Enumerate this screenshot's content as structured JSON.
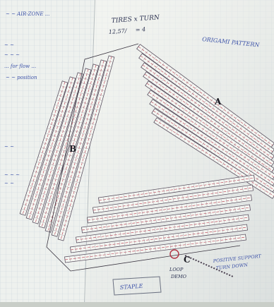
{
  "notebook": {
    "left_page": {
      "lines": [
        "~ ~ AIR-ZONE ...",
        "~ ~",
        "~ ~ ~",
        "... for flow ...",
        "~ ~ position",
        "~ ~",
        "~ ~ ~",
        "~ ~"
      ]
    },
    "right_page": {
      "heading": "TIRES x TURN",
      "subheading": "12,57/",
      "subheading_suffix": "= 4",
      "pattern_title": "ORIGAMI PATTERN",
      "section_a": "A",
      "section_b": "B",
      "section_c": "C",
      "loop_note_line1": "LOOP",
      "loop_note_line2": "DEMO",
      "bottom_right_line1": "POSITIVE SUPPORT",
      "bottom_right_line2": "TURN DOWN",
      "staple_label": "STAPLE"
    }
  },
  "colors": {
    "paper": "#f1f3ee",
    "grid": "#c9d4dc",
    "strip_fill": "#f4f6f2",
    "strip_stroke": "#5a5060",
    "red_dash": "#c05060",
    "ink_blue": "#3c52a8",
    "ink_dark": "#2a3050"
  }
}
